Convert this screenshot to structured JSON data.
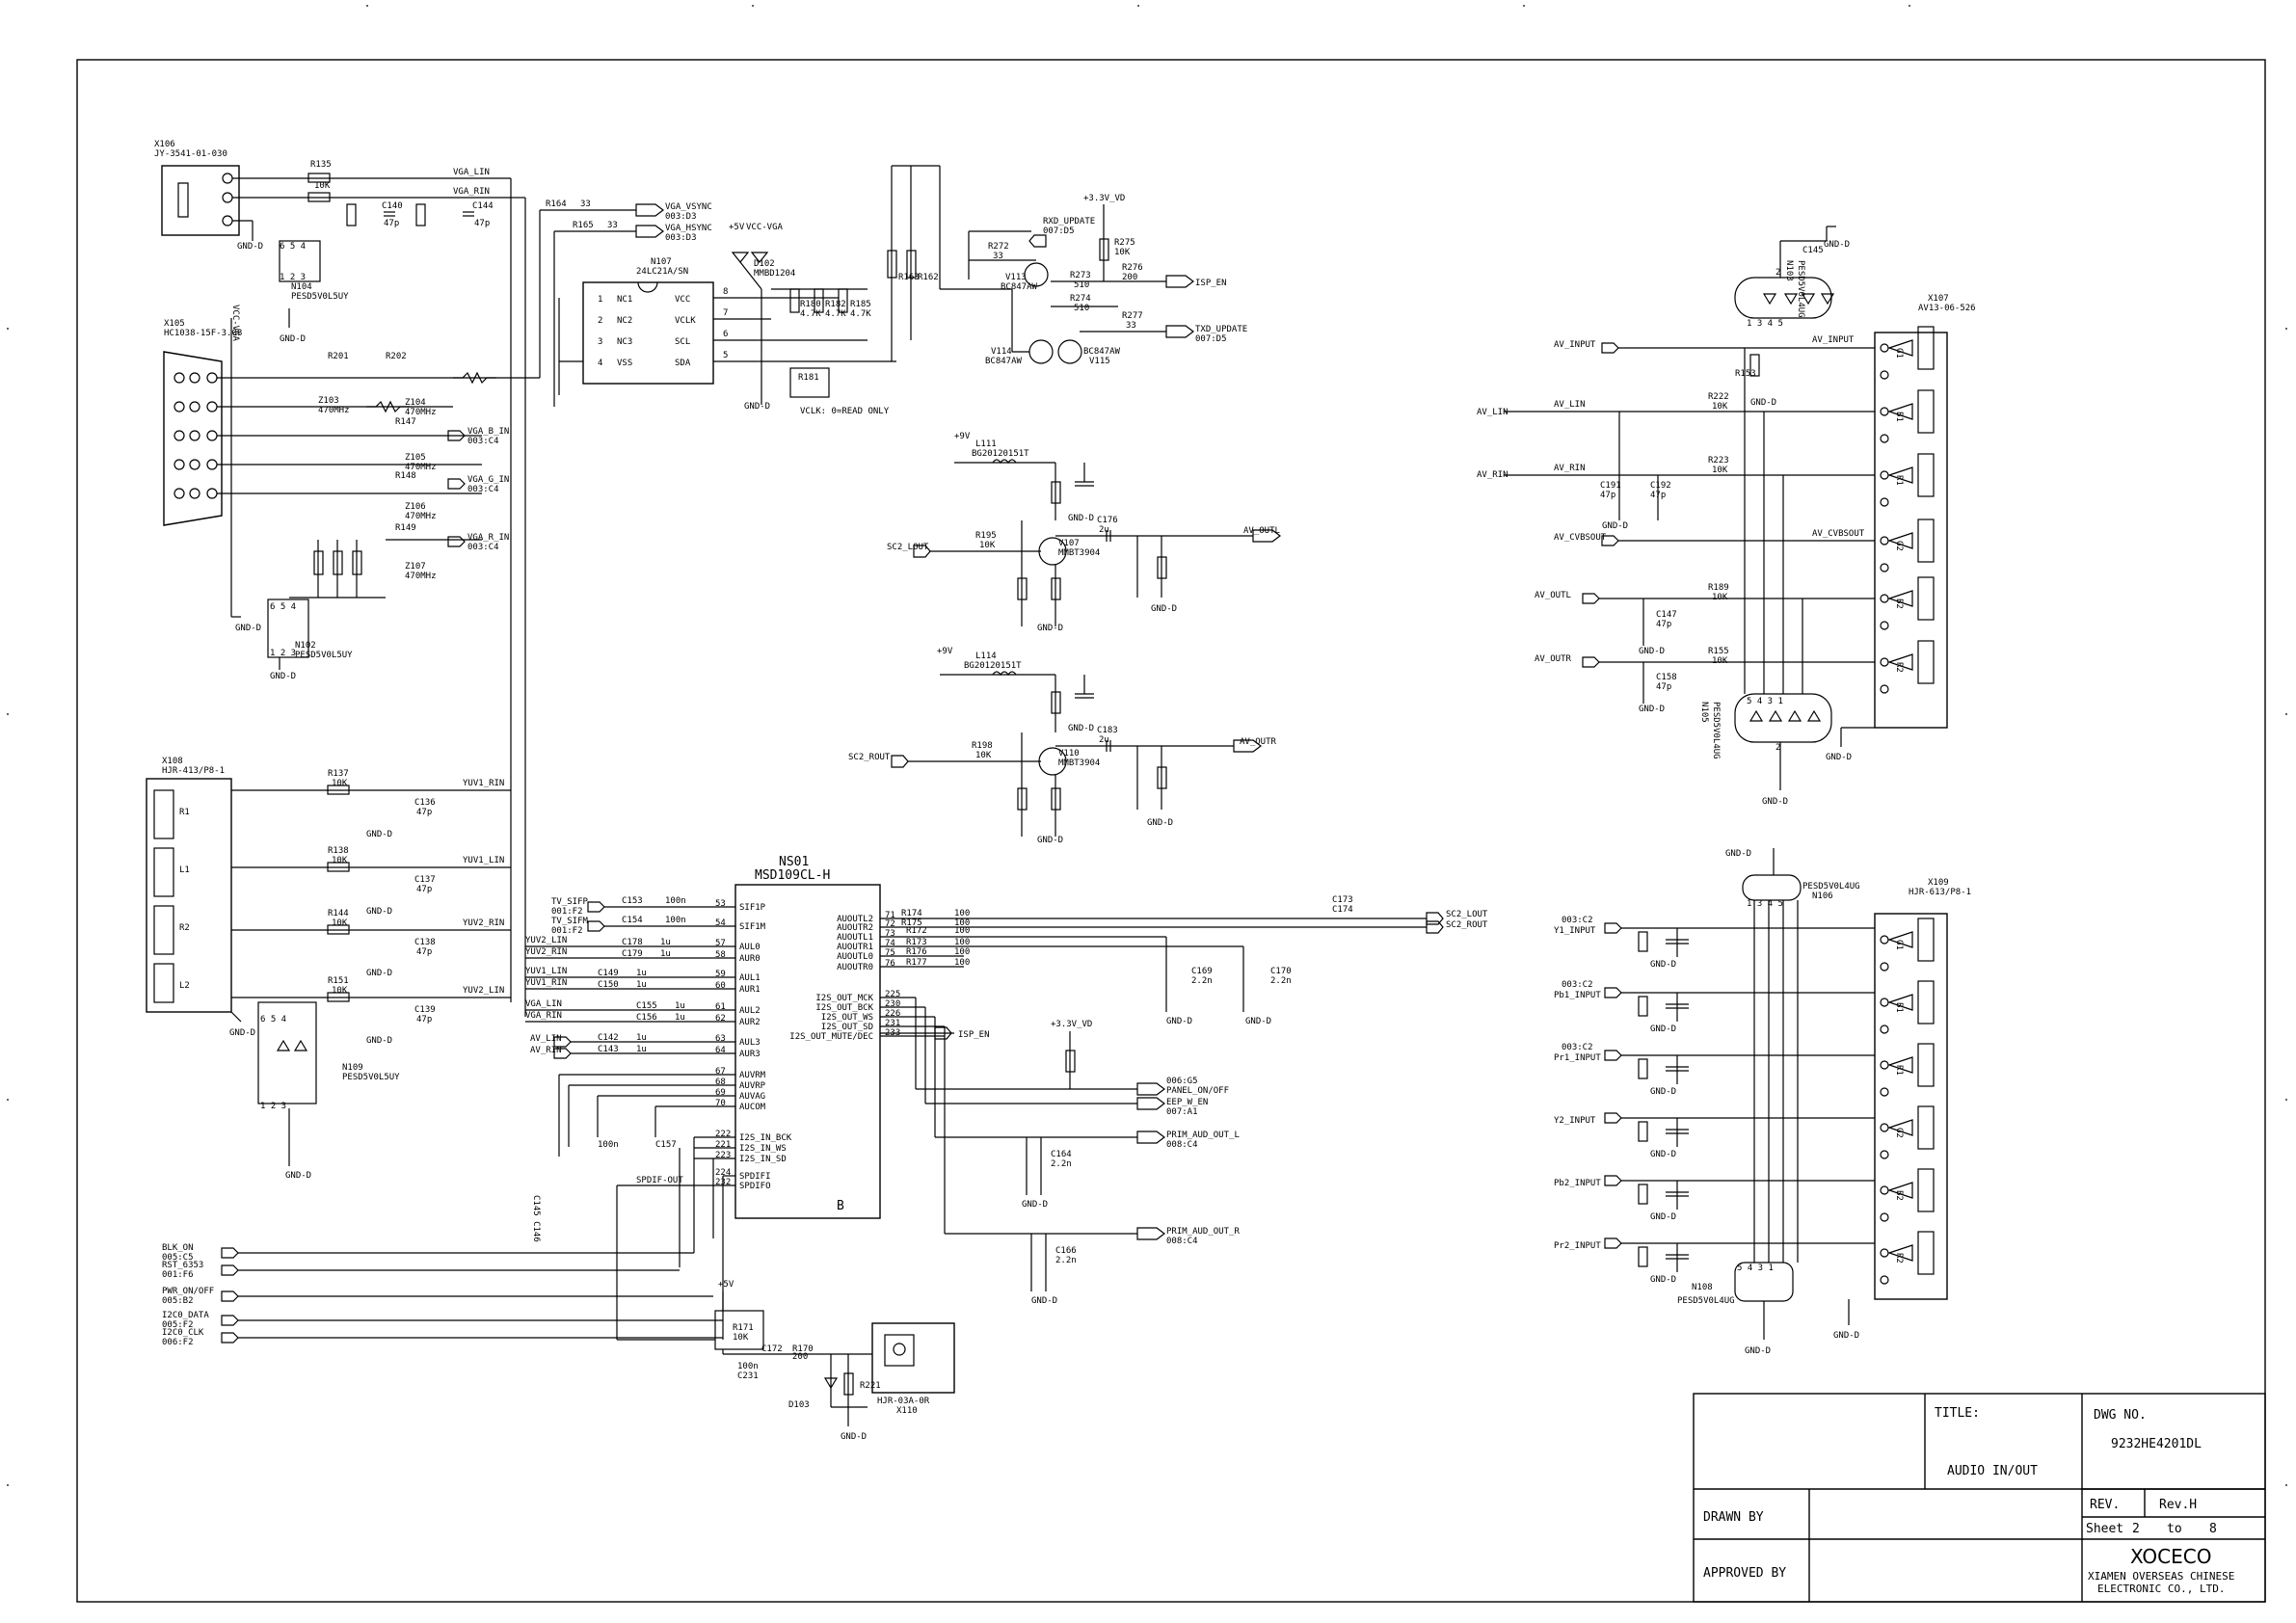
{
  "title_block": {
    "title_label": "TITLE:",
    "title": "AUDIO IN/OUT",
    "dwg_label": "DWG NO.",
    "dwg_no": "9232HE4201DL",
    "rev_label": "REV.",
    "rev_value": "Rev.H",
    "sheet_label": "Sheet",
    "sheet_num": "2",
    "sheet_to": "to",
    "sheet_total": "8",
    "drawn_by": "DRAWN BY",
    "approved_by": "APPROVED BY",
    "company": "XOCECO",
    "company_line1": "XIAMEN OVERSEAS CHINESE",
    "company_line2": "ELECTRONIC CO., LTD."
  },
  "connectors": {
    "x106": {
      "ref": "X106",
      "part": "JY-3541-01-030"
    },
    "x105": {
      "ref": "X105",
      "part": "HC1038-15F-3.08"
    },
    "x108": {
      "ref": "X108",
      "part": "HJR-413/P8-1",
      "labels": [
        "R1",
        "L1",
        "R2",
        "L2"
      ]
    },
    "x107": {
      "ref": "X107",
      "part": "AV13-06-526",
      "labels": [
        "G1",
        "B1",
        "R1",
        "G2",
        "B2",
        "R2"
      ]
    },
    "x109": {
      "ref": "X109",
      "part": "HJR-613/P8-1",
      "labels": [
        "G1",
        "B1",
        "R1",
        "G2",
        "B2",
        "R2"
      ]
    },
    "x110": {
      "ref": "X110",
      "part": "HJR-03A-0R"
    }
  },
  "ics": {
    "ns01": {
      "ref": "NS01",
      "part": "MSD109CL-H",
      "suffix": "B",
      "left_pins": [
        {
          "name": "SIF1P",
          "num": "53"
        },
        {
          "name": "SIF1M",
          "num": "54"
        },
        {
          "name": "AUL0",
          "num": "57"
        },
        {
          "name": "AUR0",
          "num": "58"
        },
        {
          "name": "AUL1",
          "num": "59"
        },
        {
          "name": "AUR1",
          "num": "60"
        },
        {
          "name": "AUL2",
          "num": "61"
        },
        {
          "name": "AUR2",
          "num": "62"
        },
        {
          "name": "AUL3",
          "num": "63"
        },
        {
          "name": "AUR3",
          "num": "64"
        },
        {
          "name": "AUVRM",
          "num": "67"
        },
        {
          "name": "AUVRP",
          "num": "68"
        },
        {
          "name": "AUVAG",
          "num": "69"
        },
        {
          "name": "AUCOM",
          "num": "70"
        },
        {
          "name": "I2S_IN_BCK",
          "num": "222"
        },
        {
          "name": "I2S_IN_WS",
          "num": "221"
        },
        {
          "name": "I2S_IN_SD",
          "num": "223"
        },
        {
          "name": "SPDIFI",
          "num": "224"
        },
        {
          "name": "SPDIFO",
          "num": "232"
        }
      ],
      "right_pins": [
        {
          "name": "AUOUTL2",
          "num": "71"
        },
        {
          "name": "AUOUTR2",
          "num": "72"
        },
        {
          "name": "AUOUTL1",
          "num": "73"
        },
        {
          "name": "AUOUTR1",
          "num": "74"
        },
        {
          "name": "AUOUTL0",
          "num": "75"
        },
        {
          "name": "AUOUTR0",
          "num": "76"
        },
        {
          "name": "I2S_OUT_MCK",
          "num": "225"
        },
        {
          "name": "I2S_OUT_BCK",
          "num": "230"
        },
        {
          "name": "I2S_OUT_WS",
          "num": "226"
        },
        {
          "name": "I2S_OUT_SD",
          "num": "231"
        },
        {
          "name": "I2S_OUT_MUTE/DEC",
          "num": "233"
        }
      ]
    },
    "n107": {
      "ref": "N107",
      "part": "24LC21A/SN",
      "left_pins": [
        {
          "name": "NC1",
          "num": "1"
        },
        {
          "name": "NC2",
          "num": "2"
        },
        {
          "name": "NC3",
          "num": "3"
        },
        {
          "name": "VSS",
          "num": "4"
        }
      ],
      "right_pins": [
        {
          "name": "VCC",
          "num": "8"
        },
        {
          "name": "VCLK",
          "num": "7"
        },
        {
          "name": "SCL",
          "num": "6"
        },
        {
          "name": "SDA",
          "num": "5"
        }
      ]
    }
  },
  "nets_left": [
    {
      "name": "BLK_ON",
      "ref": "005:C5"
    },
    {
      "name": "RST_6353",
      "ref": "001:F6"
    },
    {
      "name": "PWR_ON/OFF",
      "ref": "005:B2"
    },
    {
      "name": "I2C0_DATA",
      "ref": "005:F2"
    },
    {
      "name": "I2C0_CLK",
      "ref": "006:F2"
    }
  ],
  "nets_top": [
    {
      "name": "VGA_VSYNC",
      "ref": "003:D3"
    },
    {
      "name": "VGA_HSYNC",
      "ref": "003:D3"
    },
    {
      "name": "RXD_UPDATE",
      "ref": "007:D5"
    },
    {
      "name": "ISP_EN",
      "ref": ""
    },
    {
      "name": "TXD_UPDATE",
      "ref": "007:D5"
    }
  ],
  "nets_vga": [
    {
      "name": "VGA_B_IN",
      "ref": "003:C4"
    },
    {
      "name": "VGA_G_IN",
      "ref": "003:C4"
    },
    {
      "name": "VGA_R_IN",
      "ref": "003:C4"
    }
  ],
  "nets_av": [
    {
      "name": "AV_INPUT"
    },
    {
      "name": "AV_LIN"
    },
    {
      "name": "AV_RIN"
    },
    {
      "name": "AV_CVBSOUT"
    },
    {
      "name": "AV_OUTL"
    },
    {
      "name": "AV_OUTR"
    }
  ],
  "nets_ypbpr": [
    {
      "name": "Y1_INPUT",
      "ref": "003:C2"
    },
    {
      "name": "Pb1_INPUT",
      "ref": "003:C2"
    },
    {
      "name": "Pr1_INPUT",
      "ref": "003:C2"
    },
    {
      "name": "Y2_INPUT",
      "ref": ""
    },
    {
      "name": "Pb2_INPUT",
      "ref": ""
    },
    {
      "name": "Pr2_INPUT",
      "ref": ""
    }
  ],
  "nets_mid": [
    {
      "name": "SC2_LOUT"
    },
    {
      "name": "SC2_ROUT"
    },
    {
      "name": "006:G5"
    },
    {
      "name": "PANEL_ON/OFF"
    },
    {
      "name": "EEP_W_EN"
    },
    {
      "name": "007:A1"
    },
    {
      "name": "PRIM_AUD_OUT_L"
    },
    {
      "name": "008:C4"
    },
    {
      "name": "PRIM_AUD_OUT_R"
    },
    {
      "name": "008:C4"
    },
    {
      "name": "ISP_EN"
    }
  ],
  "nets_ns01_in": [
    {
      "name": "TV_SIFP",
      "ref": "001:F2"
    },
    {
      "name": "TV_SIFM",
      "ref": "001:F2"
    },
    {
      "name": "YUV2_LIN"
    },
    {
      "name": "YUV2_RIN"
    },
    {
      "name": "YUV1_LIN"
    },
    {
      "name": "YUV1_RIN"
    },
    {
      "name": "VGA_LIN"
    },
    {
      "name": "VGA_RIN"
    },
    {
      "name": "AV_LIN"
    },
    {
      "name": "AV_RIN"
    }
  ],
  "nets_yuv": [
    "YUV1_RIN",
    "YUV1_LIN",
    "YUV2_RIN",
    "YUV2_LIN"
  ],
  "transistors": [
    {
      "ref": "V113",
      "part": "BC847AW"
    },
    {
      "ref": "V114",
      "part": "BC847AW"
    },
    {
      "ref": "V115",
      "part": "BC847AW"
    },
    {
      "ref": "V107",
      "part": "MMBT3904"
    },
    {
      "ref": "V110",
      "part": "MMBT3904"
    },
    {
      "ref": "D102",
      "part": "MMBD1204"
    },
    {
      "ref": "D103",
      "part": ""
    }
  ],
  "protect": [
    {
      "ref": "N104",
      "part": "PESD5V0L5UY"
    },
    {
      "ref": "N102",
      "part": "PESD5V0L5UY"
    },
    {
      "ref": "N109",
      "part": "PESD5V0L5UY"
    },
    {
      "ref": "N103",
      "part": "PESD5V0L4UG"
    },
    {
      "ref": "N105",
      "part": "PESD5V0L4UG"
    },
    {
      "ref": "N106",
      "part": "PESD5V0L4UG"
    },
    {
      "ref": "N108",
      "part": "PESD5V0L4UG"
    }
  ],
  "misc_text": {
    "vclk_note": "VCLK: 0=READ ONLY",
    "gnd": "GND-D",
    "v5": "+5V",
    "v33": "+3.3V_VD",
    "vcc_vga": "VCC-VGA",
    "v9": "+9V",
    "vga_lin": "VGA_LIN",
    "vga_rin": "VGA_RIN",
    "spdif_out": "SPDIF-OUT",
    "l111": "L111",
    "l111v": "BG20120151T",
    "l114": "L114",
    "l114v": "BG20120151T"
  }
}
